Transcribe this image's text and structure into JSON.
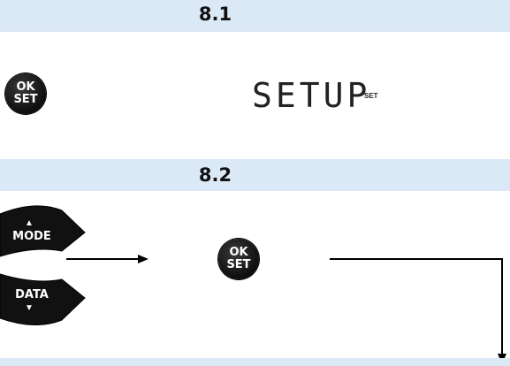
{
  "sections": [
    {
      "number": "8.1"
    },
    {
      "number": "8.2"
    }
  ],
  "ok_button": {
    "line1": "OK",
    "line2": "SET"
  },
  "display": {
    "main_text": "SETUP",
    "sub_text": "SET"
  },
  "mode_button": {
    "label": "MODE",
    "arrow": "▲"
  },
  "data_button": {
    "label": "DATA",
    "arrow": "▼"
  },
  "colors": {
    "band": "#dbe8f6",
    "button": "#111111",
    "line": "#000000"
  }
}
